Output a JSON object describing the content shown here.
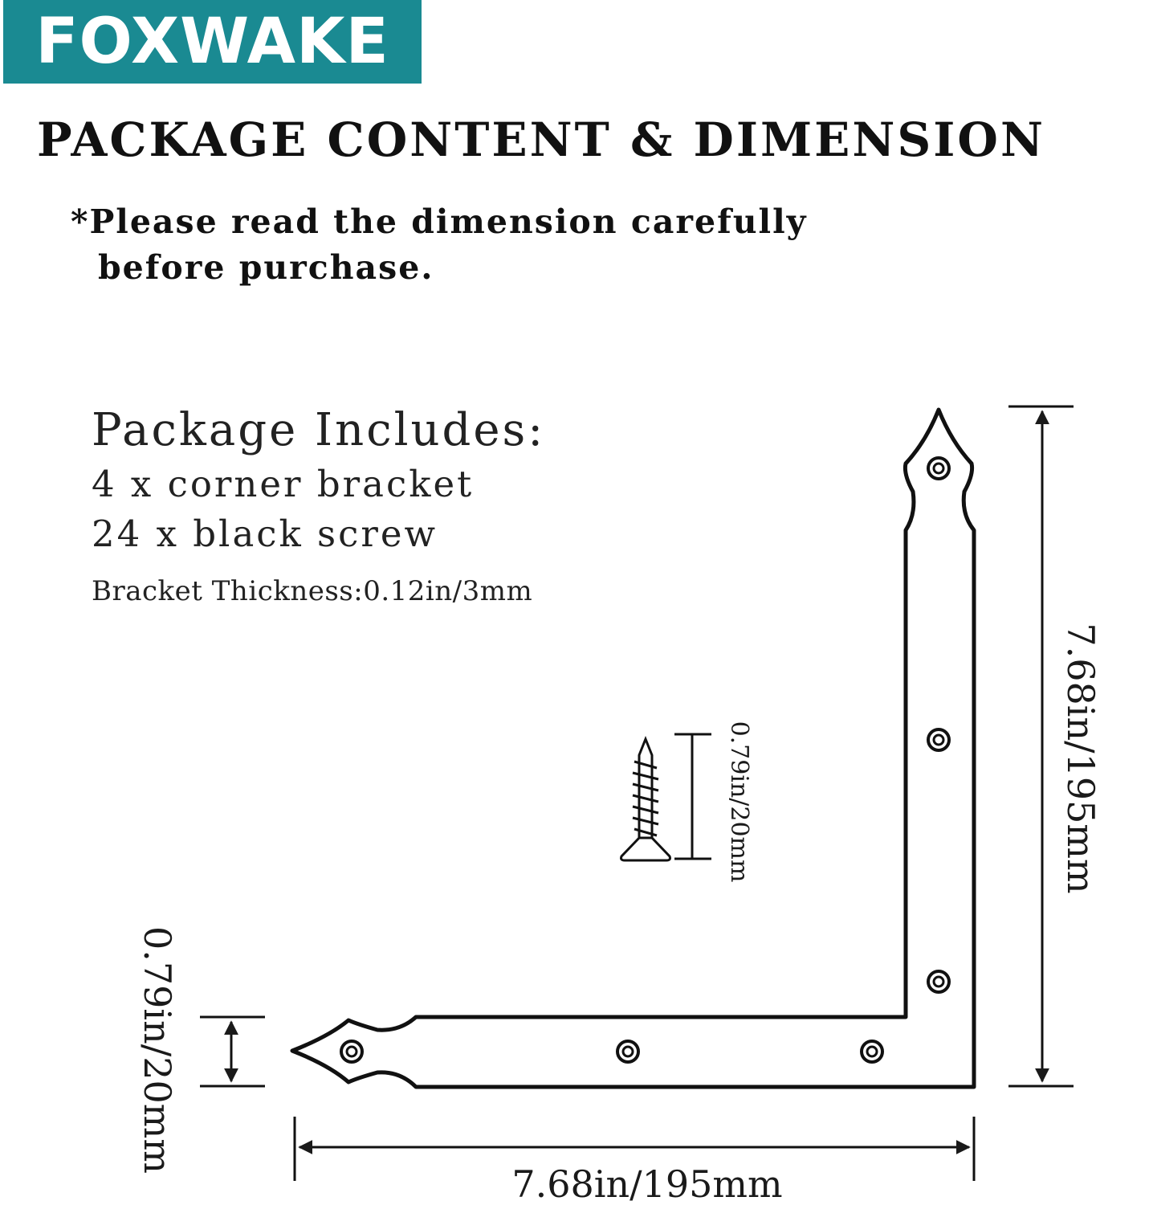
{
  "brand": "FOXWAKE",
  "title": "PACKAGE CONTENT & DIMENSION",
  "note": {
    "line1": "*Please read the dimension carefully",
    "line2": "before purchase."
  },
  "package": {
    "heading": "Package Includes:",
    "items": [
      "4 x corner bracket",
      "24 x black screw"
    ],
    "thickness": "Bracket Thickness:0.12in/3mm"
  },
  "dimensions": {
    "height": "7.68in/195mm",
    "width": "7.68in/195mm",
    "arm_width": "0.79in/20mm",
    "screw_length": "0.79in/20mm"
  },
  "colors": {
    "brand_bg": "#1a8a92",
    "brand_text": "#ffffff",
    "ink": "#1a1a1a"
  }
}
